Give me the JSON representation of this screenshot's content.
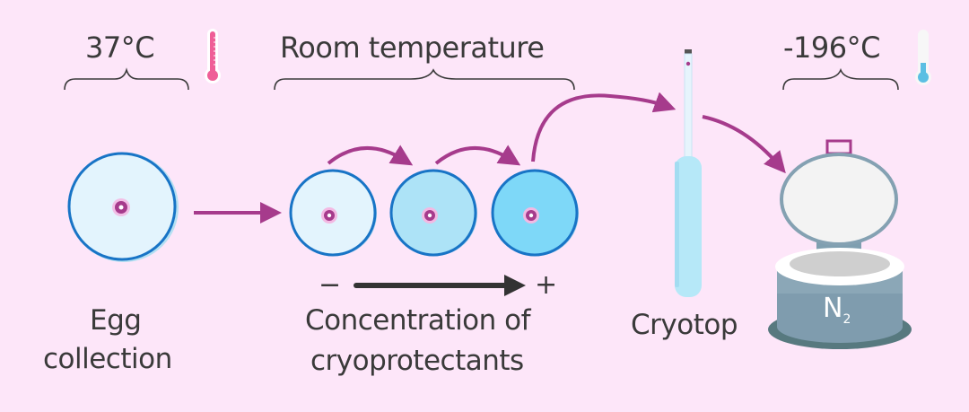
{
  "colors": {
    "background": "#fde6f9",
    "arrow": "#a63b8c",
    "circle_border": "#1874c6",
    "text": "#3a3a3a",
    "thermometer_warm": "#ef5f97",
    "thermometer_cold": "#5bbfe3"
  },
  "stages": {
    "warm": {
      "temperature": "37°C",
      "icon": "thermometer-warm-icon"
    },
    "room": {
      "temperature": "Room temperature"
    },
    "cold": {
      "temperature": "-196°C",
      "icon": "thermometer-cold-icon"
    }
  },
  "egg_collection": {
    "label_line1": "Egg",
    "label_line2": "collection"
  },
  "concentration": {
    "minus": "−",
    "plus": "+",
    "label_line1": "Concentration of",
    "label_line2": "cryoprotectants",
    "dishes": [
      {
        "fill": "#e3f4fd"
      },
      {
        "fill": "#ade3f7"
      },
      {
        "fill": "#7ed8f8"
      }
    ]
  },
  "cryotop": {
    "label": "Cryotop"
  },
  "dewar": {
    "label_main": "N",
    "label_sub": "2"
  }
}
